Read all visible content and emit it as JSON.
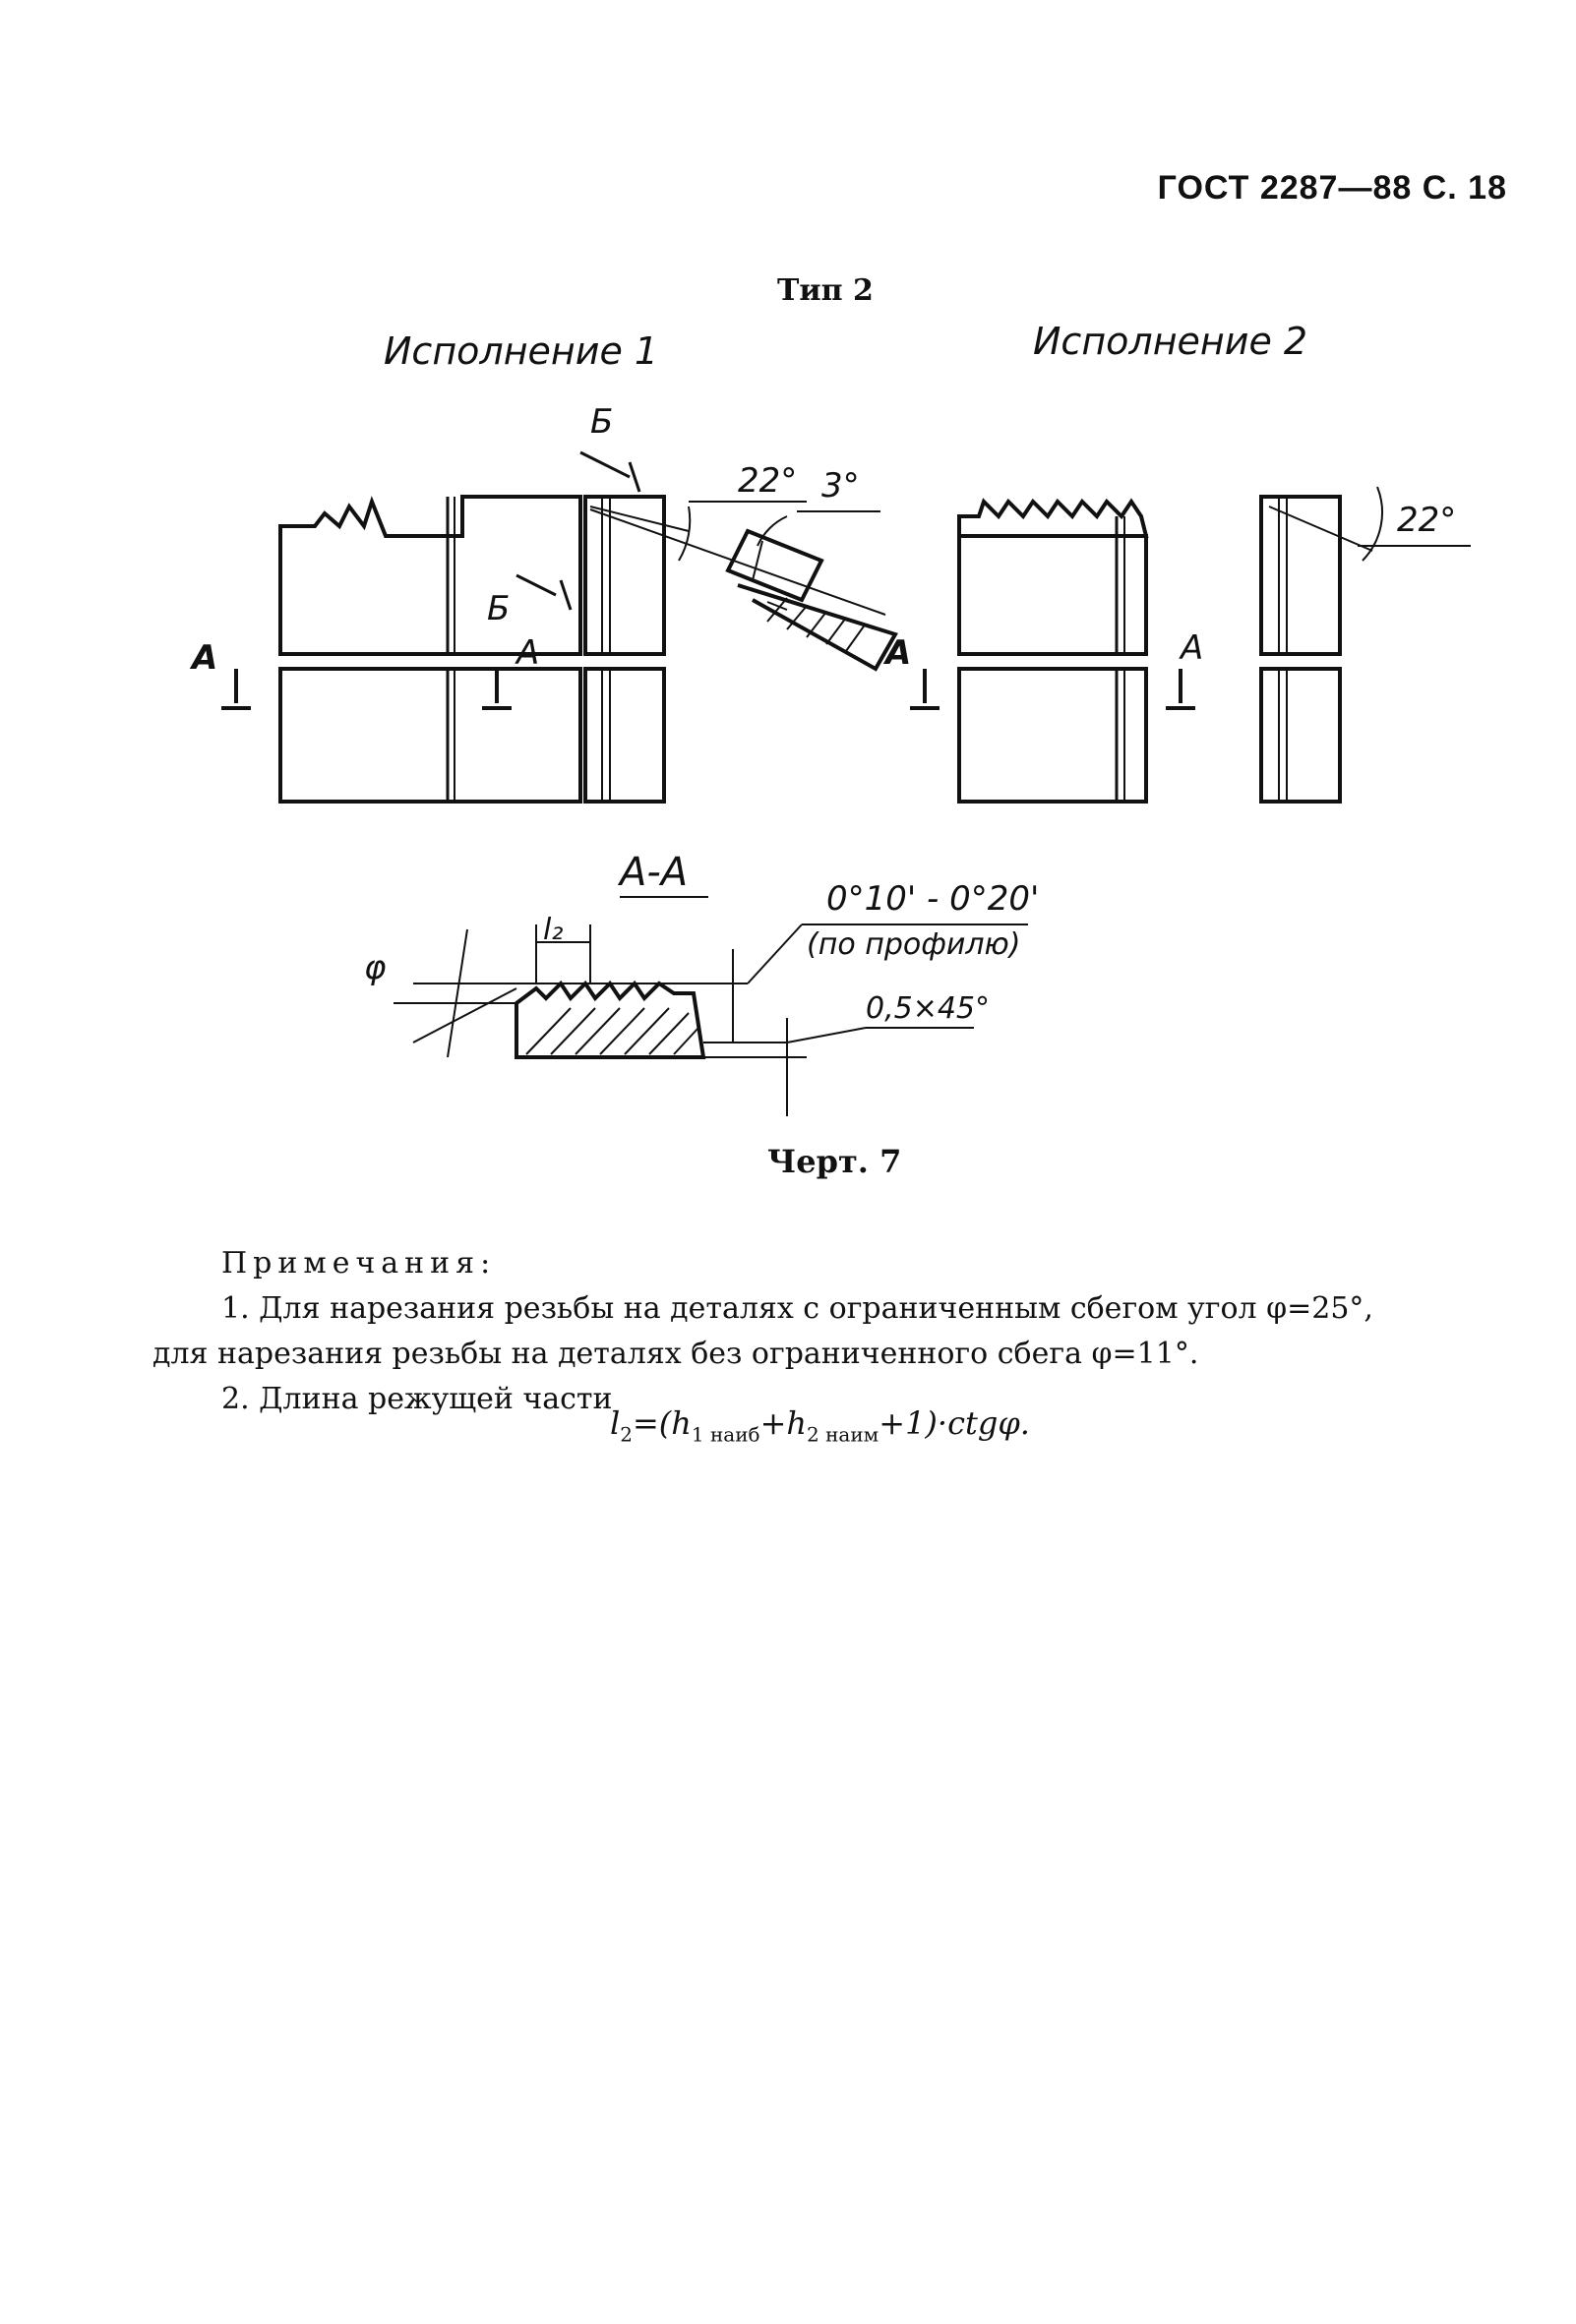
{
  "page_header": "ГОСТ 2287—88 С. 18",
  "type_title": "Тип 2",
  "variant_1": "Исполнение 1",
  "variant_2": "Исполнение 2",
  "drawing_labels": {
    "b": "Б",
    "a": "А",
    "angle_22": "22°",
    "angle_3": "3°",
    "section_title": "А-А",
    "taper": "0°10' - 0°20'",
    "taper_note": "(по профилю)",
    "chamfer": "0,5×45°",
    "phi": "φ",
    "l2": "l₂"
  },
  "figure_caption": "Черт. 7",
  "notes": {
    "heading": "Примечания:",
    "note_1_line_1": "1. Для нарезания резьбы на деталях с ограниченным сбегом угол φ=25°,",
    "note_1_line_2": "для нарезания резьбы на деталях без ограниченного сбега φ=11°.",
    "note_2": "2. Длина режущей части"
  },
  "formula": {
    "lhs": "l",
    "lhs_sub": "2",
    "eq_open": "=(h",
    "h1_sub": "1 наиб",
    "plus": "+h",
    "h2_sub": "2 наим",
    "tail": "+1)·ctgφ."
  }
}
